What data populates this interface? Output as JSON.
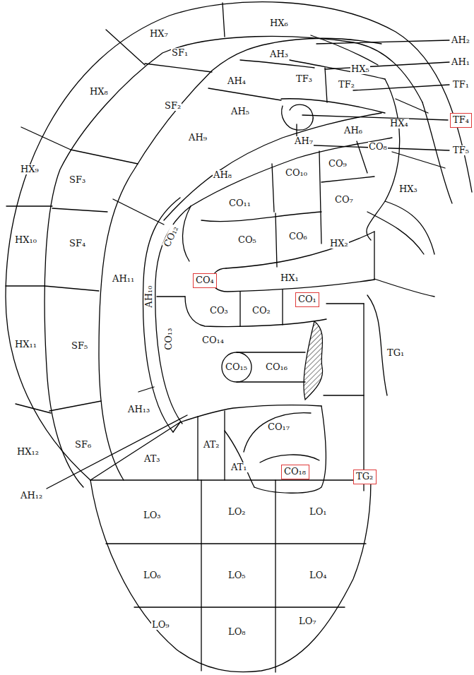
{
  "diagram": {
    "nodes": [
      {
        "text": [
          "TF₄"
        ]
      },
      {
        "text": [
          "CO₄"
        ]
      },
      {
        "text": [
          "CO₁"
        ]
      },
      {
        "text": [
          "CO₁₈"
        ]
      },
      {
        "text": [
          "TG₂"
        ]
      }
    ],
    "labels": [
      "HX₇",
      "HX₆",
      "AH₂",
      "SF₁",
      "AH₃",
      "AH₁",
      "HX₅",
      "AH₄",
      "TF₃",
      "TF₂",
      "TF₁",
      "HX₈",
      "SF₂",
      "AH₅",
      "AH₆",
      "HX₄",
      "AH₇",
      "CO₈",
      "AH₉",
      "TF₅",
      "HX₉",
      "SF₃",
      "AH₈",
      "CO₁₀",
      "CO₉",
      "HX₃",
      "CO₁₁",
      "CO₇",
      "CO₆",
      "CO₁₂",
      "HX₁₀",
      "SF₄",
      "HX₂",
      "CO₅",
      "AH₁₁",
      "AH₁₀",
      "HX₁",
      "CO₃",
      "CO₂",
      "CO₁₃",
      "CO₁₄",
      "HX₁₁",
      "SF₅",
      "TG₁",
      "CO₁₅",
      "CO₁₆",
      "AH₁₃",
      "CO₁₇",
      "SF₆",
      "HX₁₂",
      "AT₃",
      "AT₂",
      "AT₁",
      "AH₁₂",
      "LO₃",
      "LO₂",
      "LO₁",
      "LO₆",
      "LO₅",
      "LO₄",
      "LO₉",
      "LO₈",
      "LO₇"
    ]
  }
}
